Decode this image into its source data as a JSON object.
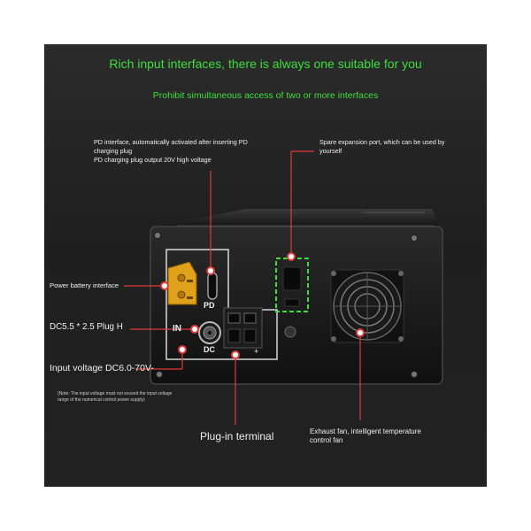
{
  "header": {
    "title": "Rich input interfaces, there is always one suitable for you",
    "subtitle": "Prohibit simultaneous access of two or more interfaces"
  },
  "callouts": {
    "pd_interface": "PD interface, automatically activated after inserting PD\ncharging plug\nPD charging plug output 20V high voltage",
    "expansion_port": "Spare expansion port, which can be used by\nyourself",
    "power_battery": "Power battery interface",
    "dc_plug": "DC5.5 * 2.5 Plug H",
    "input_voltage": "Input voltage DC6.0-70V-",
    "note": "(Note: The input voltage must not exceed the input voltage\nrange of the numerical control power supply)",
    "plug_in_terminal": "Plug-in terminal",
    "exhaust_fan": "Exhaust fan, intelligent temperature\ncontrol fan"
  },
  "device_labels": {
    "pd": "PD",
    "in": "IN",
    "dc": "DC",
    "plus": "+"
  },
  "colors": {
    "background": "#1f1f1f",
    "headline": "#3dde3d",
    "callout_line": "#e23b3b",
    "highlight_box": "#3dde3d",
    "connector": "#e0a21a"
  }
}
